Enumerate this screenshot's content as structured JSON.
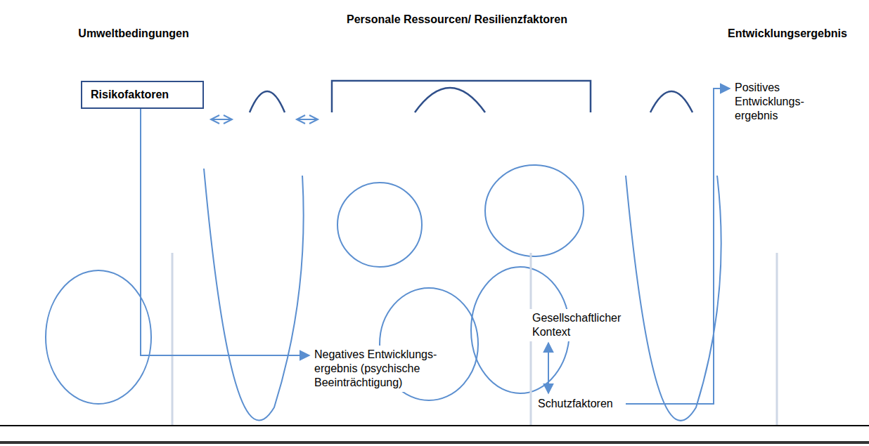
{
  "diagram": {
    "nodes": [
      {
        "text": [
          "Risikofaktoren"
        ]
      },
      {
        "text": [
          "Positives Entwicklungs- ergebnis"
        ]
      },
      {
        "text": [
          "Negatives Entwicklungs- ergebnis (psychische Beeinträchtigung)"
        ]
      },
      {
        "text": [
          "Gesellschaftlicher Kontext"
        ]
      },
      {
        "text": [
          "Schutzfaktoren"
        ]
      }
    ],
    "edges": [
      {
        "from": 0,
        "to": 2,
        "arrow": "to"
      },
      {
        "from": 4,
        "to": 1,
        "arrow": "to"
      },
      {
        "from": 3,
        "to": 4,
        "arrow": "both"
      }
    ],
    "labels": [
      "Umweltbedingungen",
      "Personale Ressourcen/ Resilienzfaktoren",
      "Entwicklungsergebnis"
    ]
  }
}
